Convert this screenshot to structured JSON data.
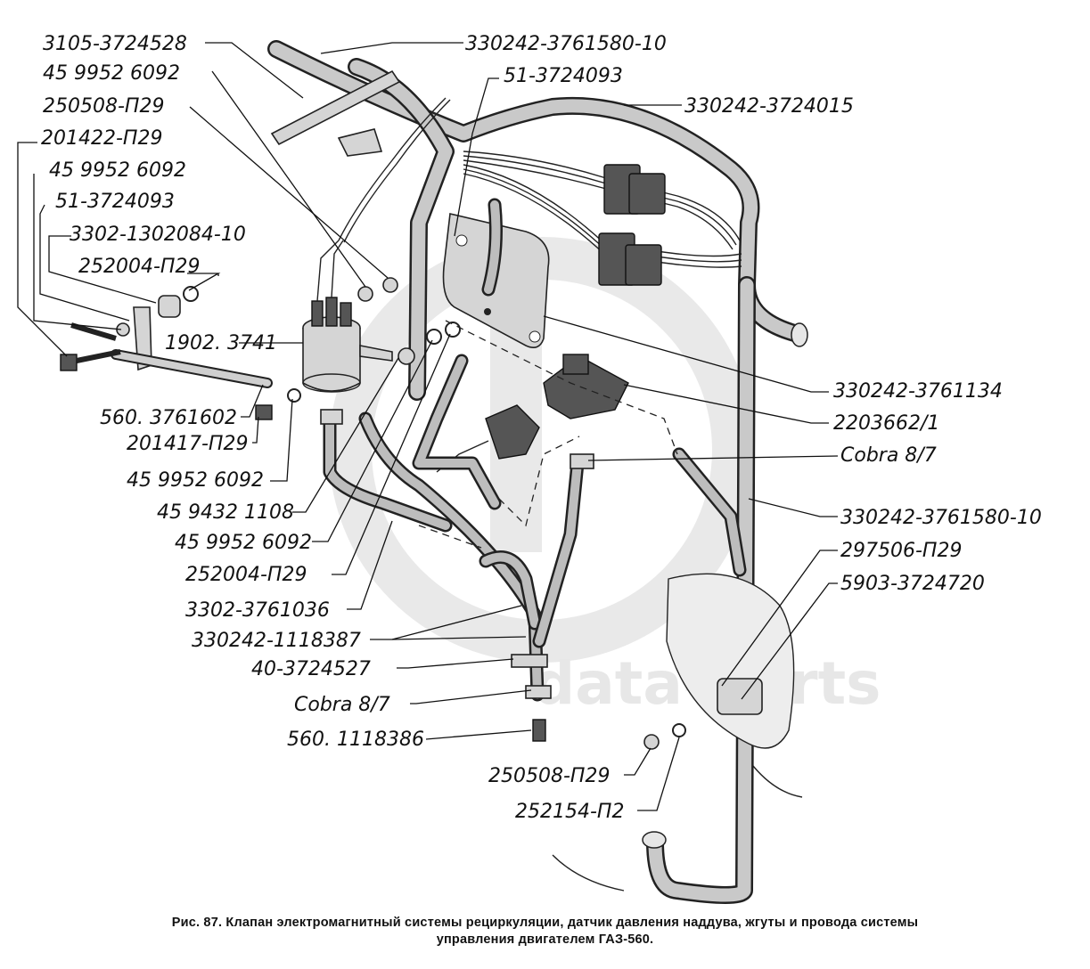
{
  "watermark": {
    "text": "data-parts",
    "color": "#d9d9d9"
  },
  "labels": {
    "l3105_3724528": "3105-3724528",
    "l45_9952_6092_a": "45 9952 6092",
    "l250508_p29_a": "250508-П29",
    "l201422_p29": "201422-П29",
    "l45_9952_6092_b": "45 9952 6092",
    "l51_3724093_a": "51-3724093",
    "l3302_1302084_10": "3302-1302084-10",
    "l252004_p29_a": "252004-П29",
    "l1902_3741": "1902. 3741",
    "l560_3761602": "560. 3761602",
    "l201417_p29": "201417-П29",
    "l45_9952_6092_c": "45 9952 6092",
    "l45_9432_1108": "45 9432 1108",
    "l45_9952_6092_d": "45 9952 6092",
    "l252004_p29_b": "252004-П29",
    "l3302_3761036": "3302-3761036",
    "l330242_1118387": "330242-1118387",
    "l40_3724527": "40-3724527",
    "l_cobra_a": "Cobra 8/7",
    "l560_1118386": "560. 1118386",
    "l250508_p29_b": "250508-П29",
    "l252154_p2": "252154-П2",
    "l330242_3761580_10_a": "330242-3761580-10",
    "l51_3724093_b": "51-3724093",
    "l330242_3724015": "330242-3724015",
    "l330242_3761134": "330242-3761134",
    "l2203662_1": "2203662/1",
    "l_cobra_b": "Cobra 8/7",
    "l330242_3761580_10_b": "330242-3761580-10",
    "l297506_p29": "297506-П29",
    "l5903_3724720": "5903-3724720"
  },
  "caption": {
    "line1": "Рис. 87. Клапан электромагнитный системы рециркуляции, датчик давления наддува, жгуты и провода системы",
    "line2": "управления двигателем ГАЗ-560."
  }
}
